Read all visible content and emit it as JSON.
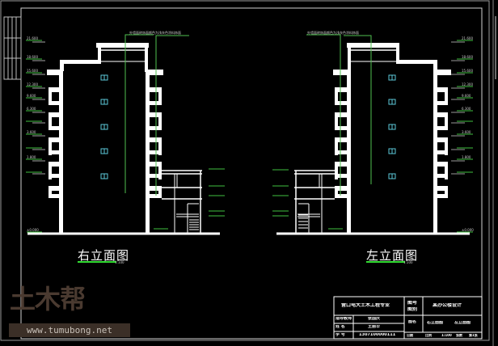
{
  "drawing": {
    "background": "#000000",
    "colors": {
      "wall": "#ffffff",
      "frame": "#c8c8c8",
      "annotation_green": "#3fbf3f",
      "leader_green": "#5ccf5c",
      "window_cyan": "#5bc8d8",
      "title_underline": "#33dd33",
      "watermark": "#4a3a30"
    }
  },
  "views": [
    {
      "id": "right-elevation",
      "title": "右立面图",
      "scale": "1:100",
      "callout": "外墙面砖饰面颜色为浅灰色涂料饰面",
      "elevation_marks": [
        "21.600",
        "18.600",
        "15.600",
        "12.300",
        "9.600",
        "6.300",
        "3.600",
        "1.800",
        "±0.000"
      ],
      "annex_marks": [
        "7.500",
        "4.500",
        "3.600",
        "2.100",
        "0.600",
        "-0.450"
      ]
    },
    {
      "id": "left-elevation",
      "title": "左立面图",
      "scale": "1:100",
      "callout": "外墙面砖饰面颜色为浅灰色涂料饰面",
      "elevation_marks": [
        "21.600",
        "18.600",
        "15.600",
        "12.300",
        "9.600",
        "6.300",
        "3.600",
        "1.800",
        "±0.000"
      ],
      "annex_marks": [
        "7.500",
        "4.500",
        "3.600",
        "2.100",
        "0.600",
        "-0.450"
      ]
    }
  ],
  "title_block": {
    "school": "营口电大土木工程专业",
    "drawing_no_label": "图号",
    "drawing_no_label2": "图别",
    "project": "某办公楼设计",
    "rows": [
      {
        "label": "指导教师",
        "value": "张国庆"
      },
      {
        "label": "姓  名",
        "value": "王丽华"
      },
      {
        "label": "学  号",
        "value": "1307100000111"
      }
    ],
    "content_label": "图名",
    "content_value_1": "右立面图",
    "content_value_2": "左立面图",
    "footer": [
      "日期",
      "比例",
      "1:100",
      "张数",
      "第1张"
    ]
  },
  "watermark": {
    "logo_text": "土木帮",
    "url": "www.tumubong.net"
  }
}
